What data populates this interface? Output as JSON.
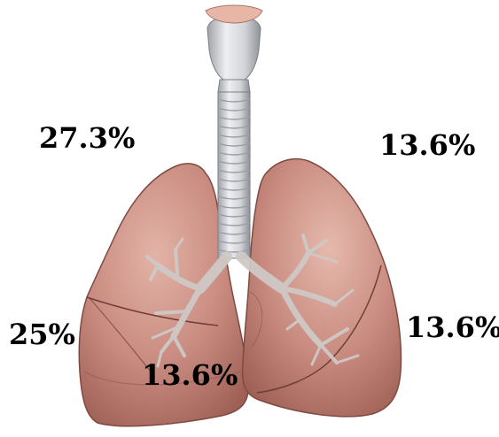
{
  "labels": {
    "right_upper_lobe": "27.3%",
    "left_upper_lobe": "13.6%",
    "right_lower_lobe": "25%",
    "left_lower_lobe": "13.6%",
    "right_middle_lobe": "13.6%"
  },
  "colors": {
    "lung_fill": "#c98b7f",
    "lung_shadow": "#9e5f55",
    "lung_highlight": "#e6b9ad",
    "trachea": "#dcdde0",
    "trachea_ring": "#a4a7ad",
    "larynx_top": "#e8b6a6",
    "bronchi": "#d9d4d2"
  }
}
